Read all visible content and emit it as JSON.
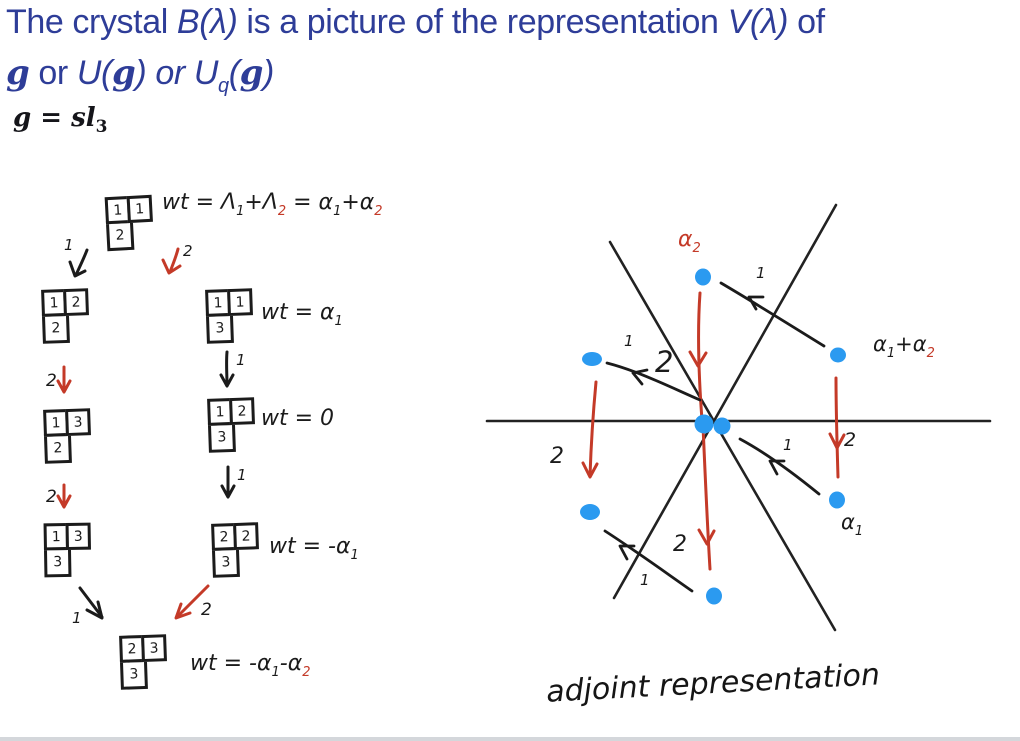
{
  "palette": {
    "title_blue": "#2e3d98",
    "ink_black": "#1b1b1b",
    "ink_red": "#c43a28",
    "dot_blue": "#2b9af0",
    "background": "#ffffff"
  },
  "title": {
    "l1": {
      "a": "The crystal ",
      "b": "B(λ)",
      "c": " is a picture of the representation ",
      "d": "V(λ)",
      "e": " of"
    },
    "l2": {
      "a": "g",
      "b": " or ",
      "c": "U(",
      "d": "g",
      "e": ") or ",
      "f": "U",
      "g": "q",
      "h": "(",
      "i": "g",
      "j": ")"
    }
  },
  "subtitle": {
    "a": "g",
    "b": " = ",
    "c": "sl",
    "d": "3"
  },
  "crystal": {
    "nodes": [
      {
        "cells": [
          "1",
          "1",
          "2"
        ]
      },
      {
        "cells": [
          "1",
          "2",
          "2"
        ]
      },
      {
        "cells": [
          "1",
          "1",
          "3"
        ]
      },
      {
        "cells": [
          "1",
          "3",
          "2"
        ]
      },
      {
        "cells": [
          "1",
          "2",
          "3"
        ]
      },
      {
        "cells": [
          "1",
          "3",
          "3"
        ]
      },
      {
        "cells": [
          "2",
          "2",
          "3"
        ]
      },
      {
        "cells": [
          "2",
          "3",
          "3"
        ]
      }
    ],
    "labels": {
      "top": {
        "a": "wt = Λ",
        "b": "1",
        "c": "+Λ",
        "d": "2",
        "e": " = α",
        "f": "1",
        "g": "+α",
        "h": "2"
      },
      "alpha1": {
        "a": "wt = α",
        "b": "1"
      },
      "zero": {
        "a": "wt = 0"
      },
      "neg_alpha1": {
        "a": "wt = -α",
        "b": "1"
      },
      "lowest": {
        "a": "wt = -α",
        "b": "1",
        "c": "-α",
        "d": "2"
      }
    },
    "arrow_labels": {
      "a1": "1",
      "a2": "2",
      "a3": "1",
      "a4": "2",
      "a5": "1",
      "a6": "2",
      "a7": "1",
      "a8": "2"
    }
  },
  "diagram": {
    "axis_labels": {
      "alpha2": {
        "a": "α",
        "b": "2"
      },
      "alpha1_plus_alpha2": {
        "a": "α",
        "b": "1",
        "c": "+α",
        "d": "2"
      },
      "alpha1": {
        "a": "α",
        "b": "1"
      }
    },
    "arrow_labels": {
      "r1": "2",
      "r2": "2",
      "r3": "2",
      "r4": "2",
      "k1": "1",
      "k2": "1",
      "k3": "1",
      "k4": "1"
    },
    "caption": "adjoint representation"
  }
}
